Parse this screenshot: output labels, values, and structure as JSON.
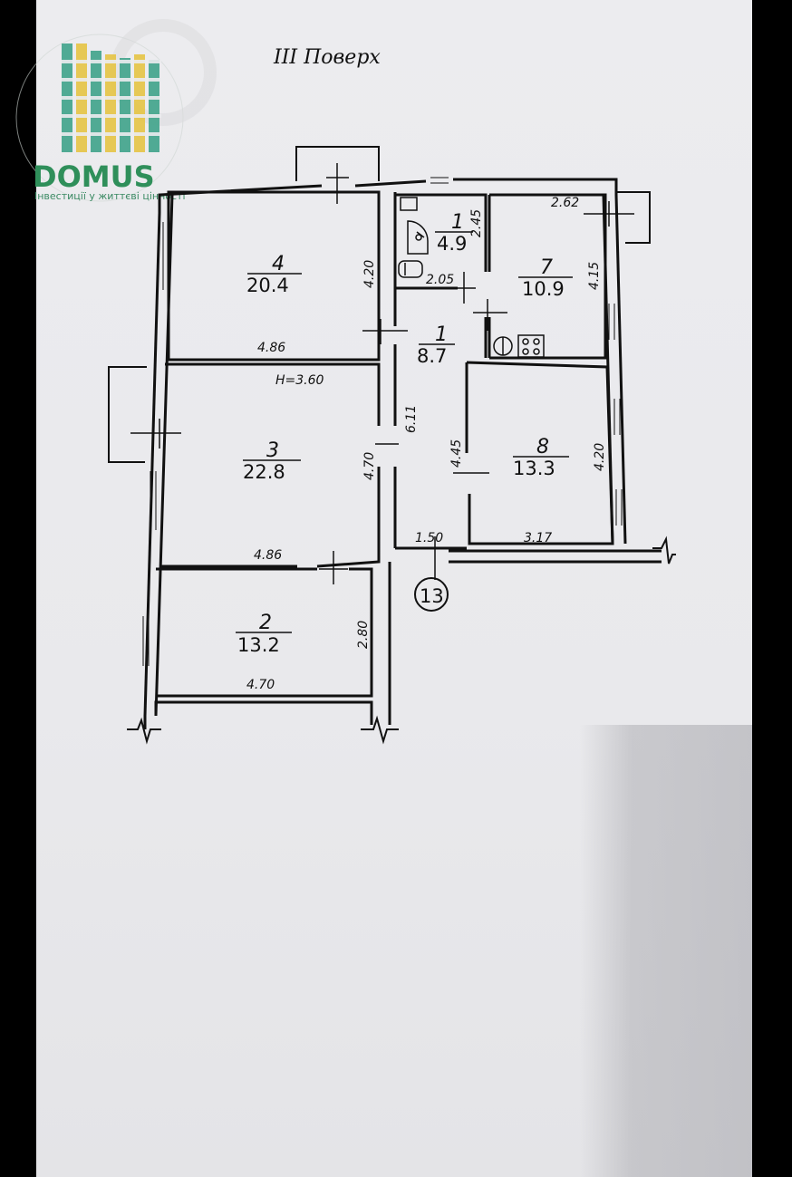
{
  "title": "III Поверх",
  "logo": {
    "name": "DOMUS",
    "tagline": "Інвестиції у життєві цінності",
    "colors": {
      "green": "#2f8f5a",
      "yellow": "#e5c23a",
      "teal": "#3fa38a"
    }
  },
  "height_label": "H=3.60",
  "section_marker": "13",
  "rooms": [
    {
      "id": "room-4",
      "number": "4",
      "area": "20.4"
    },
    {
      "id": "room-3",
      "number": "3",
      "area": "22.8"
    },
    {
      "id": "room-2",
      "number": "2",
      "area": "13.2"
    },
    {
      "id": "room-1-bath",
      "number": "1",
      "area": "4.9"
    },
    {
      "id": "room-1-hall",
      "number": "1",
      "area": "8.7"
    },
    {
      "id": "room-7",
      "number": "7",
      "area": "10.9"
    },
    {
      "id": "room-8",
      "number": "8",
      "area": "13.3"
    }
  ],
  "dimensions": {
    "r4_depth": "4.20",
    "r4_width": "4.86",
    "r3_width": "4.86",
    "r3_depth": "4.70",
    "r2_width": "4.70",
    "r2_depth": "2.80",
    "bath_depth": "2.45",
    "bath_width": "2.05",
    "hall_length": "6.11",
    "corridor_depth": "4.45",
    "corridor_width": "1.50",
    "r7_width": "2.62",
    "r7_depth": "4.15",
    "r8_width": "3.17",
    "r8_depth": "4.20"
  }
}
